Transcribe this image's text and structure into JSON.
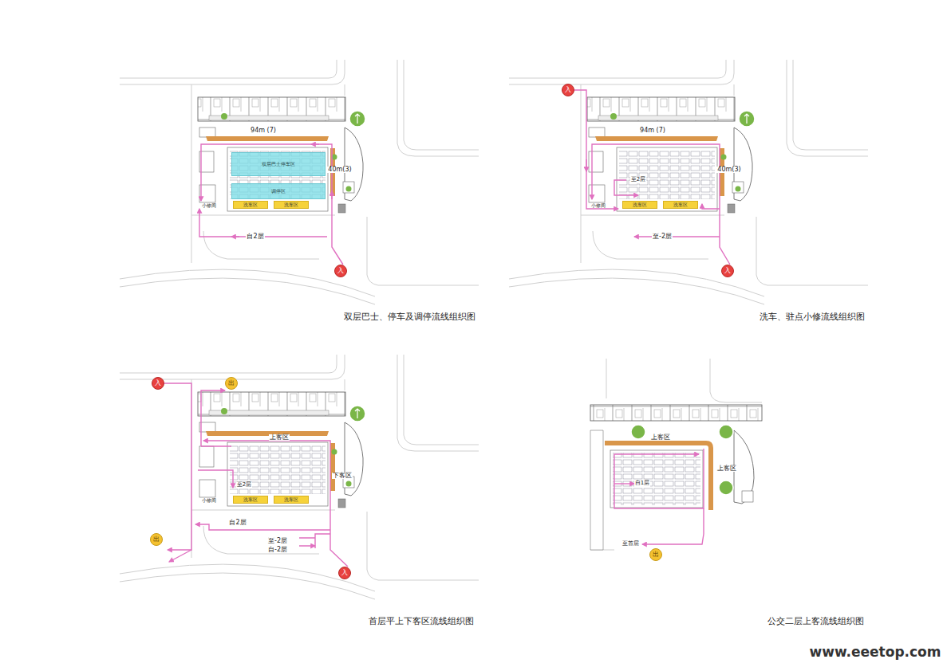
{
  "diagram": {
    "nodes": [
      {
        "text": [
          "双层巴士停车区"
        ]
      },
      {
        "text": [
          "调停区"
        ]
      },
      {
        "text": [
          "洗车区"
        ]
      },
      {
        "text": [
          "洗车区"
        ]
      },
      {
        "text": [
          "入"
        ]
      },
      {
        "text": [
          "入"
        ]
      },
      {
        "text": [
          "洗车区"
        ]
      },
      {
        "text": [
          "洗车区"
        ]
      },
      {
        "text": [
          "入"
        ]
      },
      {
        "text": [
          "入"
        ]
      },
      {
        "text": [
          "出"
        ]
      },
      {
        "text": [
          "洗车区"
        ]
      },
      {
        "text": [
          "洗车区"
        ]
      },
      {
        "text": [
          "出"
        ]
      },
      {
        "text": [
          "入"
        ]
      },
      {
        "text": [
          "出"
        ]
      }
    ],
    "labels": [
      "94m (7)",
      "40m(3)",
      "小修间",
      "自2层",
      "双层巴士、停车及调停流线组织图",
      "94m (7)",
      "40m(3)",
      "至2层",
      "小修间",
      "至-2层",
      "洗车、驻点小修流线组织图",
      "上客区",
      "下客区",
      "至2层",
      "小修间",
      "自2层",
      "至-2层",
      "自-2层",
      "首层平上下客区流线组织图",
      "上客区",
      "上客区",
      "自1层",
      "至首层",
      "公交二层上客流线组织图",
      "www.eeetop.com"
    ]
  }
}
